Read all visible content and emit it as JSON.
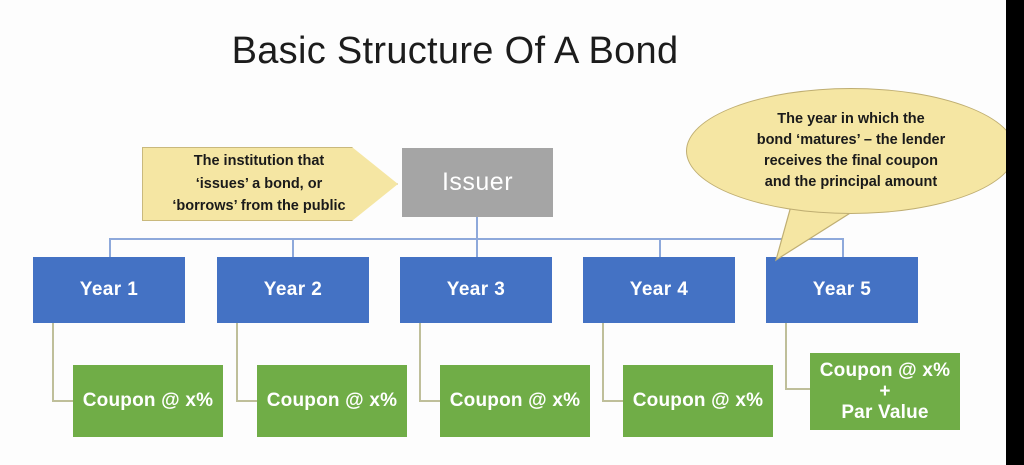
{
  "page": {
    "title": "Basic Structure Of A Bond",
    "background_color": "#fdfdfd"
  },
  "colors": {
    "issuer_fill": "#a5a5a5",
    "year_fill": "#4472c4",
    "coupon_fill": "#70ad47",
    "callout_fill": "#f5e6a3",
    "callout_border": "#c9b97d",
    "connector_blue": "#8ea9db",
    "connector_olive": "#bfbf9a",
    "text_light": "#ffffff",
    "text_dark": "#1a1a1a",
    "letterbox": "#000000"
  },
  "diagram": {
    "root": {
      "label": "Issuer"
    },
    "years": [
      {
        "label": "Year 1"
      },
      {
        "label": "Year 2"
      },
      {
        "label": "Year 3"
      },
      {
        "label": "Year 4"
      },
      {
        "label": "Year 5"
      }
    ],
    "coupons": [
      {
        "lines": [
          "Coupon @ x%"
        ]
      },
      {
        "lines": [
          "Coupon @ x%"
        ]
      },
      {
        "lines": [
          "Coupon @ x%"
        ]
      },
      {
        "lines": [
          "Coupon @ x%"
        ]
      },
      {
        "lines": [
          "Coupon @ x%",
          "+",
          "Par Value"
        ]
      }
    ],
    "coupon_labels": {
      "c1": "Coupon @ x%",
      "c2": "Coupon @ x%",
      "c3": "Coupon @ x%",
      "c4": "Coupon @ x%",
      "c5_line1": "Coupon @ x%",
      "c5_line2": "+",
      "c5_line3": "Par Value"
    },
    "callouts": {
      "issuer_note": {
        "shape": "right-arrow",
        "line1": "The institution that",
        "line2": "‘issues’ a bond, or",
        "line3": "‘borrows’ from the public",
        "points_to": "Issuer"
      },
      "maturity_note": {
        "shape": "oval-speech-bubble",
        "line1": "The year in which the",
        "line2": "bond ‘matures’ – the lender",
        "line3": "receives the final coupon",
        "line4": "and the principal amount",
        "points_to": "Year 5"
      }
    }
  }
}
